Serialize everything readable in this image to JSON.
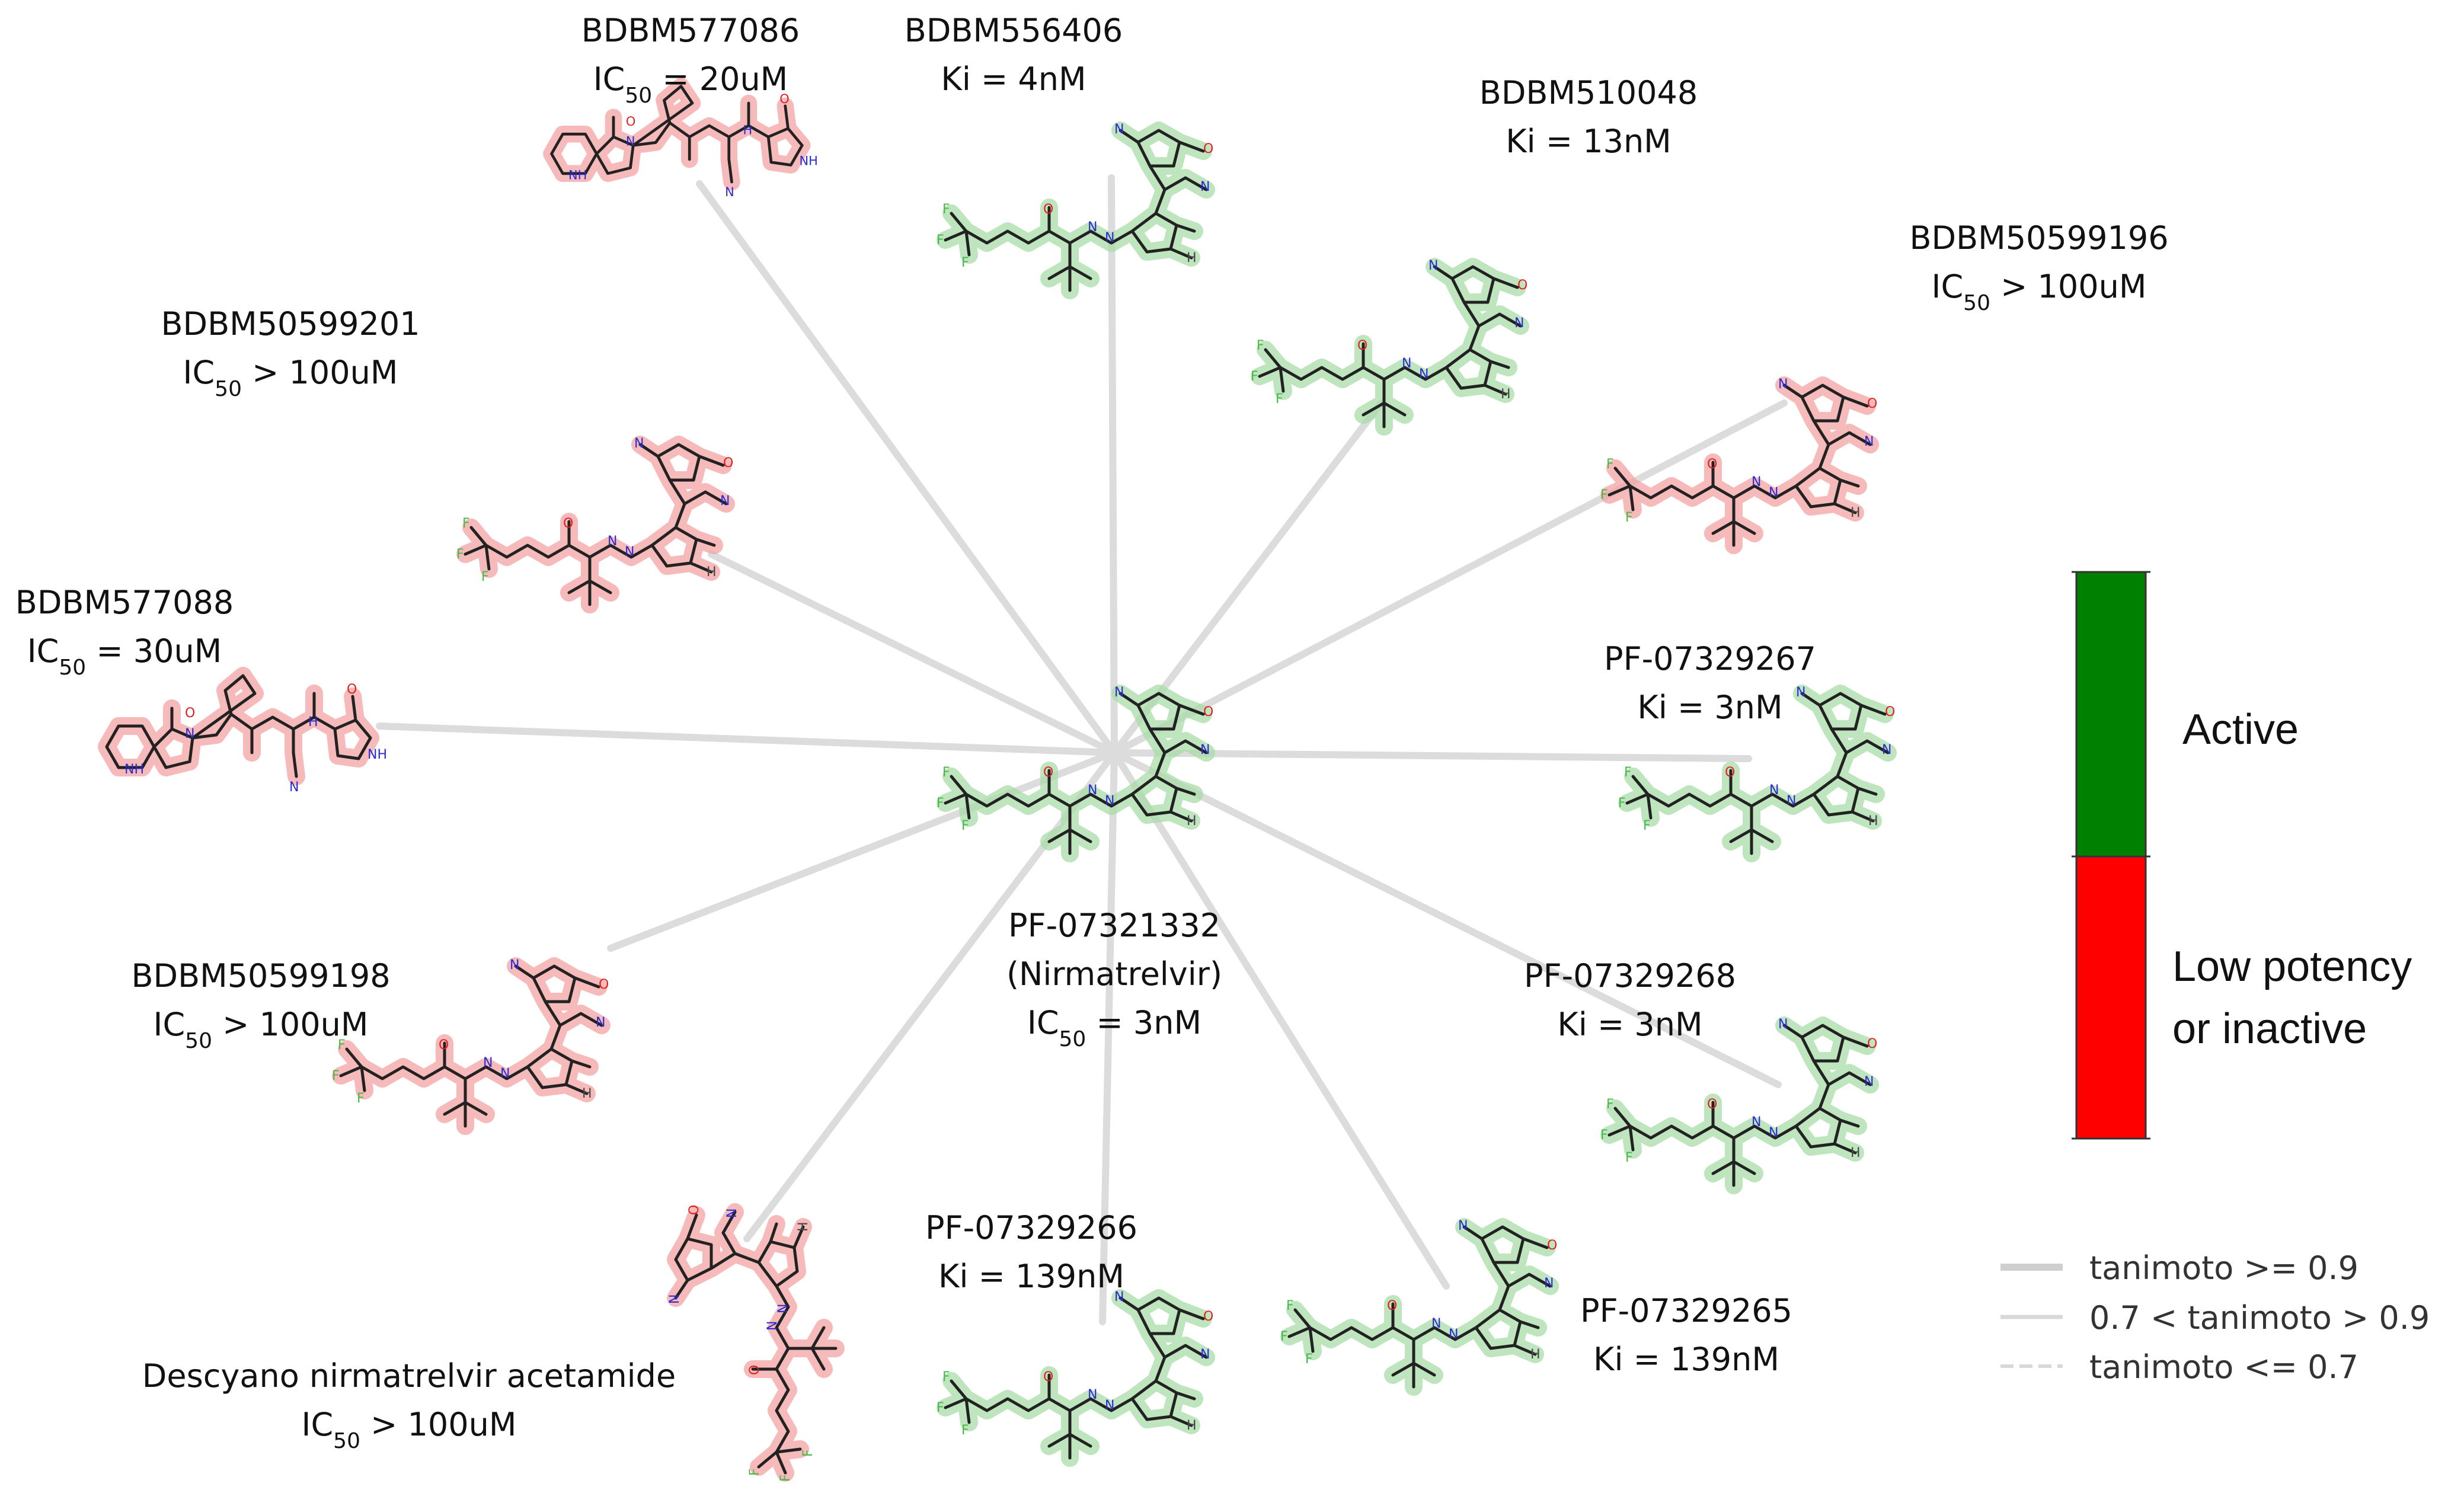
{
  "center": {
    "name": "PF-07321332",
    "alias": "(Nirmatrelvir)",
    "metric": "IC",
    "sub": "50",
    "value": " = 3nM",
    "status": "active"
  },
  "compounds": [
    {
      "id": "bdbm577086",
      "name": "BDBM577086",
      "metric": "IC",
      "sub": "50",
      "value": " = 20uM",
      "status": "inactive"
    },
    {
      "id": "bdbm556406",
      "name": "BDBM556406",
      "metric": "Ki",
      "sub": "",
      "value": " = 4nM",
      "status": "active"
    },
    {
      "id": "bdbm510048",
      "name": "BDBM510048",
      "metric": "Ki",
      "sub": "",
      "value": " = 13nM",
      "status": "active"
    },
    {
      "id": "bdbm50599196",
      "name": "BDBM50599196",
      "metric": "IC",
      "sub": "50",
      "value": " > 100uM",
      "status": "inactive"
    },
    {
      "id": "bdbm50599201",
      "name": "BDBM50599201",
      "metric": "IC",
      "sub": "50",
      "value": " > 100uM",
      "status": "inactive"
    },
    {
      "id": "bdbm577088",
      "name": "BDBM577088",
      "metric": "IC",
      "sub": "50",
      "value": " = 30uM",
      "status": "inactive"
    },
    {
      "id": "pf07329267",
      "name": "PF-07329267",
      "metric": "Ki",
      "sub": "",
      "value": " = 3nM",
      "status": "active"
    },
    {
      "id": "bdbm50599198",
      "name": "BDBM50599198",
      "metric": "IC",
      "sub": "50",
      "value": " > 100uM",
      "status": "inactive"
    },
    {
      "id": "pf07329268",
      "name": "PF-07329268",
      "metric": "Ki",
      "sub": "",
      "value": " = 3nM",
      "status": "active"
    },
    {
      "id": "descyano",
      "name": "Descyano nirmatrelvir acetamide",
      "metric": "IC",
      "sub": "50",
      "value": " > 100uM",
      "status": "inactive"
    },
    {
      "id": "pf07329266",
      "name": "PF-07329266",
      "metric": "Ki",
      "sub": "",
      "value": " = 139nM",
      "status": "active"
    },
    {
      "id": "pf07329265",
      "name": "PF-07329265",
      "metric": "Ki",
      "sub": "",
      "value": " = 139nM",
      "status": "active"
    }
  ],
  "scale": {
    "active_label": "Active",
    "inactive_label_1": "Low potency",
    "inactive_label_2": "or inactive",
    "active_color": "#008000",
    "inactive_color": "#ff0000"
  },
  "legend": [
    {
      "label": "tanimoto >= 0.9",
      "style": "solid-thick"
    },
    {
      "label": "0.7 < tanimoto > 0.9",
      "style": "solid-thin"
    },
    {
      "label": "tanimoto <= 0.7",
      "style": "dashed"
    }
  ],
  "colors": {
    "active_glow": "#a8dca8",
    "inactive_glow": "#f4a3a3",
    "edge": "#dcdcdc",
    "bond": "#222222",
    "nitrogen": "#2a2ad0",
    "oxygen": "#e02020",
    "fluorine": "#48b848"
  }
}
